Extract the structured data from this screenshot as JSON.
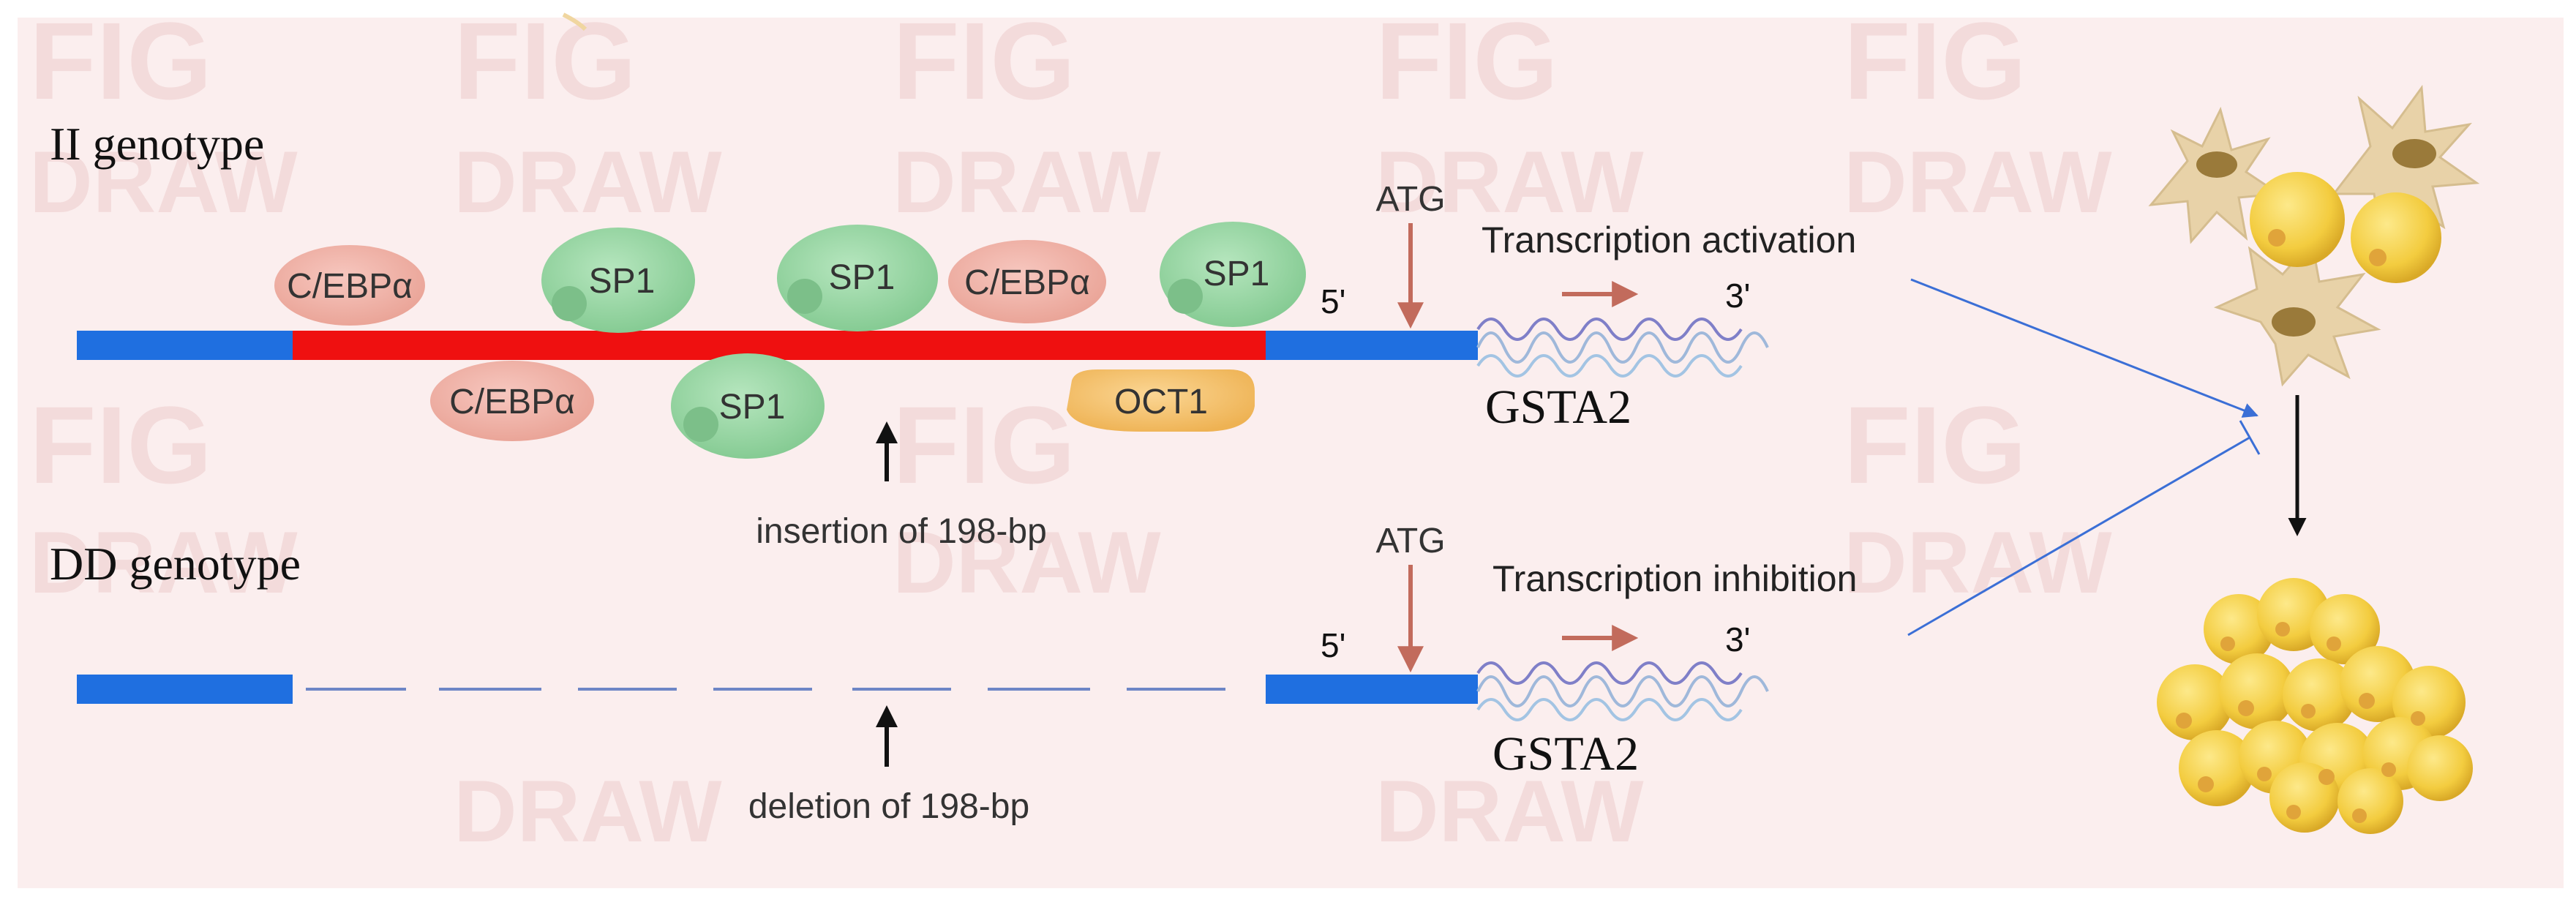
{
  "colors": {
    "background": "#fbeeee",
    "blue_dna": "#1f6fe0",
    "insert_red": "#ef1010",
    "cebp_fill": "#f2b2a8",
    "sp1_fill": "#9bd8a6",
    "oct1_fill": "#f7c46e",
    "arrow_brown": "#c26b5c",
    "activation_line": "#3b6fd6",
    "watermark": "#f3dada"
  },
  "watermark_text": [
    "FIG",
    "DRAW"
  ],
  "labels": {
    "ii_genotype": "II genotype",
    "dd_genotype": "DD genotype",
    "atg_top": "ATG",
    "atg_bottom": "ATG",
    "five_prime_top": "5'",
    "five_prime_bottom": "5'",
    "three_prime_top": "3'",
    "three_prime_bottom": "3'",
    "transcription_activation": "Transcription activation",
    "transcription_inhibition": "Transcription inhibition",
    "gsta2_top": "GSTA2",
    "gsta2_bottom": "GSTA2",
    "insertion": "insertion of 198-bp",
    "deletion": "deletion of 198-bp"
  },
  "binding_factors": {
    "cebp_1": "C/EBPα",
    "sp1_1": "SP1",
    "sp1_2": "SP1",
    "cebp_2": "C/EBPα",
    "sp1_3": "SP1",
    "cebp_3": "C/EBPα",
    "sp1_4": "SP1",
    "oct1": "OCT1"
  },
  "icons": {
    "stromal_cells": "fibroblast-cells-icon",
    "fat_cells": "adipocyte-cluster-icon"
  }
}
